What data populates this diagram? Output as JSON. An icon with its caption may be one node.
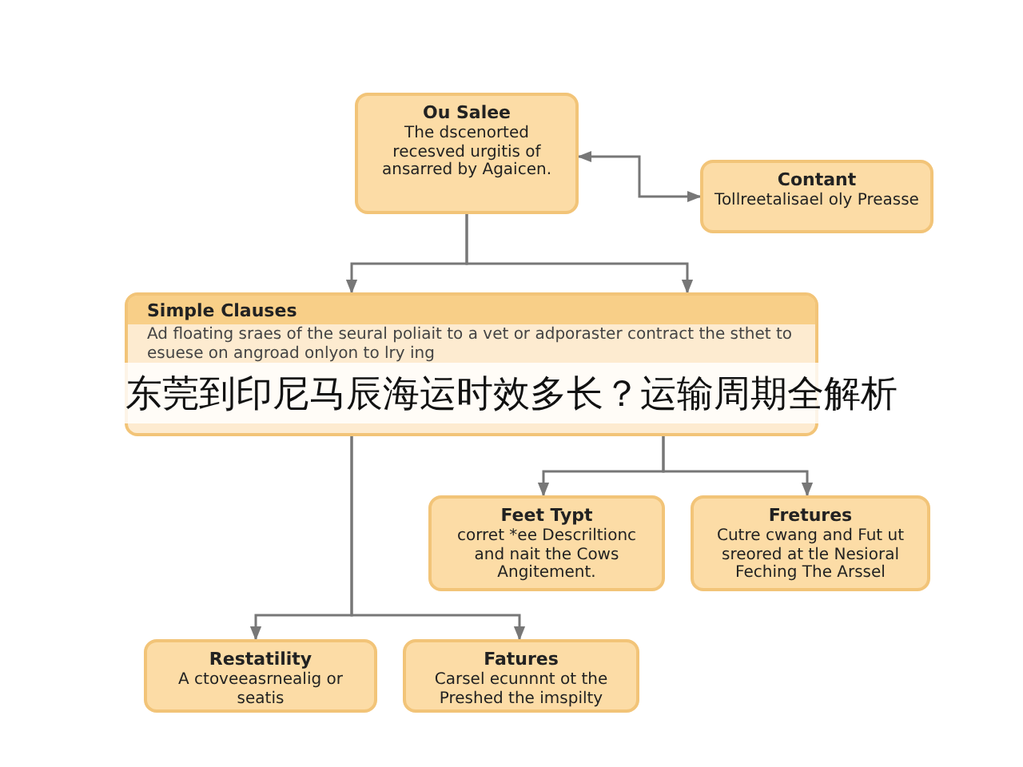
{
  "diagram": {
    "title": "东莞到印尼马辰海运时效多长？运输周期全解析",
    "nodes": [
      {
        "text": [
          "Ou Salee",
          "The dscenorted recesved urgitis of ansarred by Agaicen."
        ]
      },
      {
        "text": [
          "Contant",
          "Tollreetalisael oly Preasse"
        ]
      },
      {
        "text": [
          "Simple Clauses",
          "Ad floating sraes of the seural poliait to a vet or adporaster contract the sthet to esuese on angroad onlyon to lry ing"
        ]
      },
      {
        "text": [
          "Feet Typt",
          "corret *ee Descriltionc and nait the Cows Angitement."
        ]
      },
      {
        "text": [
          "Fretures",
          "Cutre cwang and Fut ut sreored at tle Nesioral Feching The Arssel"
        ]
      },
      {
        "text": [
          "Restatility",
          "A ctoveeasrnealig or seatis"
        ]
      },
      {
        "text": [
          "Fatures",
          "Carsel ecunnnt ot the Preshed the imspilty"
        ]
      }
    ],
    "edges": [
      {
        "from": 0,
        "to": 1,
        "arrow": "both"
      },
      {
        "from": 0,
        "to": 2,
        "arrow": "to"
      },
      {
        "from": 0,
        "to": 2,
        "arrow": "to"
      },
      {
        "from": 2,
        "to": 3,
        "arrow": "to"
      },
      {
        "from": 2,
        "to": 4,
        "arrow": "to"
      },
      {
        "from": 2,
        "to": 5,
        "arrow": "to"
      },
      {
        "from": 2,
        "to": 6,
        "arrow": "to"
      }
    ]
  }
}
